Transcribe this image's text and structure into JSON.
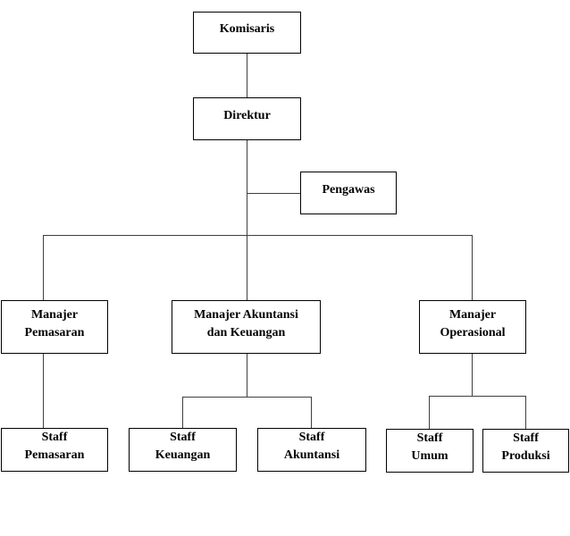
{
  "diagram": {
    "type": "org-chart",
    "colors": {
      "background": "#ffffff",
      "box_fill": "#ffffff",
      "box_border": "#000000",
      "connector": "#3f3f3f",
      "text": "#000000"
    },
    "nodes": [
      {
        "id": "komisaris",
        "label": "Komisaris",
        "lines": [
          "Komisaris"
        ]
      },
      {
        "id": "direktur",
        "label": "Direktur",
        "lines": [
          "Direktur"
        ]
      },
      {
        "id": "pengawas",
        "label": "Pengawas",
        "lines": [
          "Pengawas"
        ]
      },
      {
        "id": "manajer-pemasaran",
        "label": "Manajer Pemasaran",
        "lines": [
          "Manajer",
          "Pemasaran"
        ]
      },
      {
        "id": "manajer-akuntansi-keuangan",
        "label": "Manajer Akuntansi dan Keuangan",
        "lines": [
          "Manajer Akuntansi",
          "dan Keuangan"
        ]
      },
      {
        "id": "manajer-operasional",
        "label": "Manajer Operasional",
        "lines": [
          "Manajer",
          "Operasional"
        ]
      },
      {
        "id": "staff-pemasaran",
        "label": "Staff Pemasaran",
        "lines": [
          "Staff",
          "Pemasaran"
        ]
      },
      {
        "id": "staff-keuangan",
        "label": "Staff Keuangan",
        "lines": [
          "Staff",
          "Keuangan"
        ]
      },
      {
        "id": "staff-akuntansi",
        "label": "Staff Akuntansi",
        "lines": [
          "Staff",
          "Akuntansi"
        ]
      },
      {
        "id": "staff-umum",
        "label": "Staff Umum",
        "lines": [
          "Staff",
          "Umum"
        ]
      },
      {
        "id": "staff-produksi",
        "label": "Staff Produksi",
        "lines": [
          "Staff",
          "Produksi"
        ]
      }
    ],
    "edges": [
      {
        "from": "Komisaris",
        "to": "Direktur"
      },
      {
        "from": "Direktur",
        "to": "Pengawas"
      },
      {
        "from": "Direktur",
        "to": "Manajer Pemasaran"
      },
      {
        "from": "Direktur",
        "to": "Manajer Akuntansi dan Keuangan"
      },
      {
        "from": "Direktur",
        "to": "Manajer Operasional"
      },
      {
        "from": "Manajer Pemasaran",
        "to": "Staff Pemasaran"
      },
      {
        "from": "Manajer Akuntansi dan Keuangan",
        "to": "Staff Keuangan"
      },
      {
        "from": "Manajer Akuntansi dan Keuangan",
        "to": "Staff Akuntansi"
      },
      {
        "from": "Manajer Operasional",
        "to": "Staff Umum"
      },
      {
        "from": "Manajer Operasional",
        "to": "Staff Produksi"
      }
    ]
  }
}
